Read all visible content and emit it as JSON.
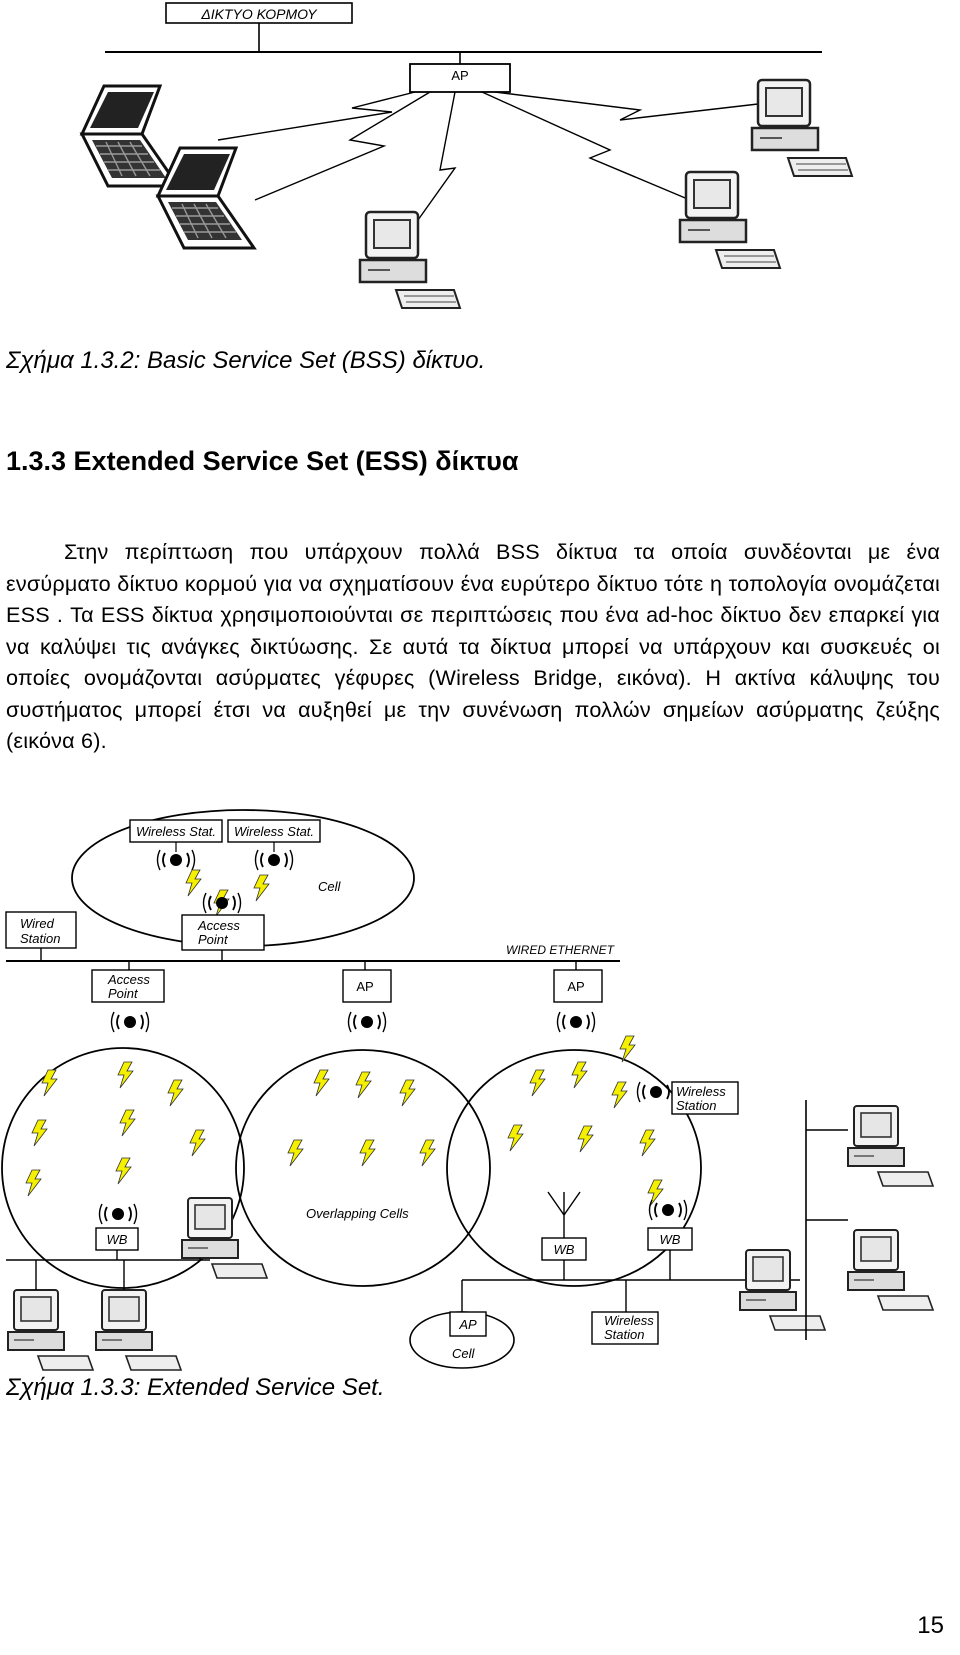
{
  "figure1": {
    "backbone_label": "ΔΙΚΤΥΟ ΚΟΡΜΟΥ",
    "ap_label": "AP",
    "caption": "Σχήμα 1.3.2: Basic Service Set (BSS) δίκτυο."
  },
  "section": {
    "heading": "1.3.3 Extended Service Set (ESS) δίκτυα",
    "paragraph": "Στην περίπτωση που υπάρχουν πολλά BSS δίκτυα τα οποία συνδέονται με ένα ενσύρματο δίκτυο κορμού για να σχηματίσουν ένα ευρύτερο δίκτυο τότε η τοπολογία ονομάζεται ESS . Τα ESS δίκτυα χρησιμοποιούνται σε περιπτώσεις που ένα ad-hoc δίκτυο δεν επαρκεί για να καλύψει τις ανάγκες δικτύωσης. Σε αυτά τα δίκτυα μπορεί να υπάρχουν και συσκευές οι οποίες ονομάζονται ασύρματες γέφυρες (Wireless Bridge, εικόνα). Η ακτίνα κάλυψης του συστήματος μπορεί έτσι να αυξηθεί με την συνένωση πολλών σημείων ασύρματης ζεύξης (εικόνα 6)."
  },
  "figure2": {
    "wireless_stat_1": "Wireless Stat.",
    "wireless_stat_2": "Wireless Stat.",
    "cell_top": "Cell",
    "wired_station_1": "Wired",
    "wired_station_2": "Station",
    "access_point_top_1": "Access",
    "access_point_top_2": "Point",
    "wired_ethernet": "WIRED ETHERNET",
    "access_point_left_1": "Access",
    "access_point_left_2": "Point",
    "ap_mid": "AP",
    "ap_right": "AP",
    "wireless_station_right_1": "Wireless",
    "wireless_station_right_2": "Station",
    "overlapping_cells": "Overlapping Cells",
    "wb_left": "WB",
    "wb_mid": "WB",
    "wb_right": "WB",
    "ap_bottom": "AP",
    "cell_bottom": "Cell",
    "wireless_station_bottom_1": "Wireless",
    "wireless_station_bottom_2": "Station",
    "caption": "Σχήμα 1.3.3:   Extended Service Set."
  },
  "page_number": "15"
}
